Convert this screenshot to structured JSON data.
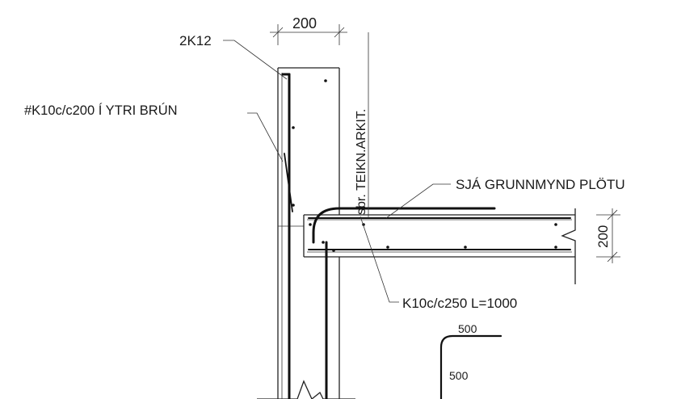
{
  "labels": {
    "dim_top": "200",
    "bar_2k12": "2K12",
    "mesh_outer": "#K10c/c200 Í YTRI BRÚN",
    "arch_ref": "sbr. TEIKN.ARKIT.",
    "slab_ref": "SJÁ GRUNNMYND PLÖTU",
    "dim_slab": "200",
    "bent_bar": "K10c/c250 L=1000",
    "detail_h": "500",
    "detail_v": "500"
  }
}
